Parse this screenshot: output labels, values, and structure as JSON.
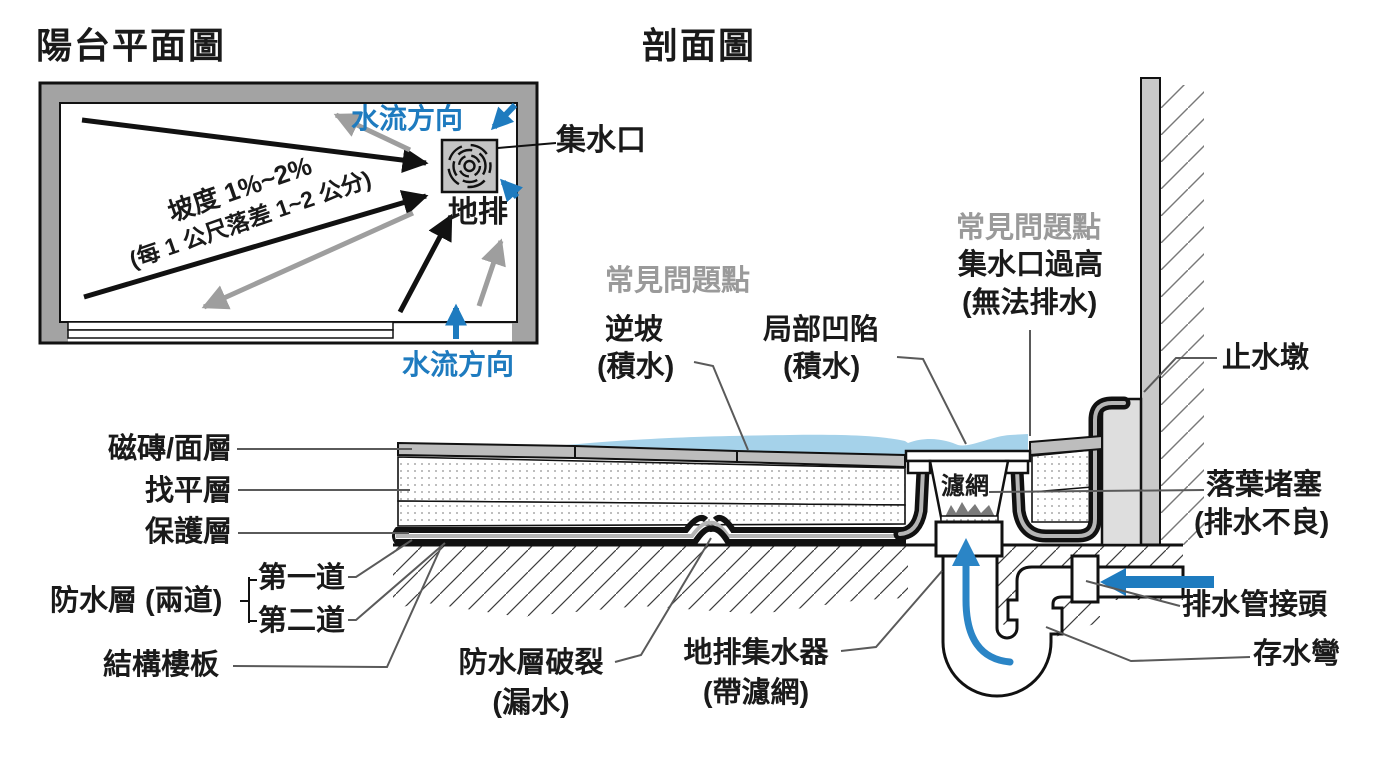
{
  "titles": {
    "plan": "陽台平面圖",
    "section": "剖面圖"
  },
  "colors": {
    "accent_blue": "#1e7bbf",
    "water": "#a5d2ea",
    "gray_label": "#9a9a9a",
    "wall_gray": "#a3a3a3",
    "tile_gray": "#bdbdbd"
  },
  "plan": {
    "flow_top": "水流方向",
    "flow_bottom": "水流方向",
    "inlet": "集水口",
    "floor_drain": "地排",
    "slope_line1": "坡度 1%~2%",
    "slope_line2": "(每 1 公尺落差 1~2 公分)"
  },
  "section": {
    "tile": "磁磚/面層",
    "leveling": "找平層",
    "protection": "保護層",
    "waterproof": "防水層 (兩道)",
    "first": "第一道",
    "second": "第二道",
    "slab": "結構樓板",
    "crack1": "防水層破裂",
    "crack2": "(漏水)",
    "collector1": "地排集水器",
    "collector2": "(帶濾網)",
    "filter": "濾網",
    "common_left": "常見問題點",
    "reverse_slope1": "逆坡",
    "reverse_slope2": "(積水)",
    "depression1": "局部凹陷",
    "depression2": "(積水)",
    "common_right": "常見問題點",
    "inlet_high1": "集水口過高",
    "inlet_high2": "(無法排水)",
    "curb": "止水墩",
    "leaves1": "落葉堵塞",
    "leaves2": "(排水不良)",
    "pipe_joint": "排水管接頭",
    "trap": "存水彎"
  }
}
